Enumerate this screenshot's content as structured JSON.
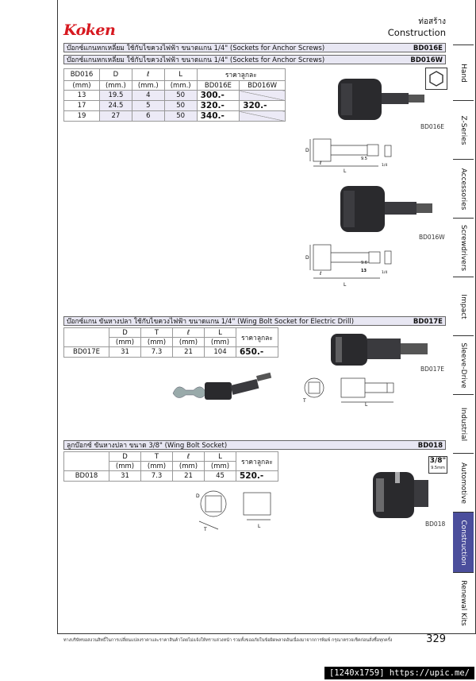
{
  "brand": "Koken",
  "header": {
    "category_th": "ท่อสร้าง",
    "category_en": "Construction"
  },
  "sections": {
    "bd016e_bar": {
      "title": "บ๊อกซ์แกนหกเหลี่ยม ใช้กับไขควงไฟฟ้า ขนาดแกน 1/4\" (Sockets for Anchor Screws)",
      "code": "BD016E"
    },
    "bd016w_bar": {
      "title": "บ๊อกซ์แกนหกเหลี่ยม ใช้กับไขควงไฟฟ้า ขนาดแกน 1/4\" (Sockets for Anchor Screws)",
      "code": "BD016W"
    },
    "bd017_bar": {
      "title": "บ๊อกซ์แกน ขันหางปลา ใช้กับไขควงไฟฟ้า ขนาดแกน 1/4\" (Wing Bolt Socket for Electric Drill)",
      "code": "BD017E"
    },
    "bd018_bar": {
      "title": "ลูกบ๊อกซ์ ขันหางปลา ขนาด 3/8\" (Wing Bolt Socket)",
      "code": "BD018"
    }
  },
  "table1": {
    "headers": {
      "model": "BD016",
      "model_unit": "(mm)",
      "d": "D",
      "d_unit": "(mm.)",
      "l_script": "ℓ",
      "l_script_unit": "(mm.)",
      "l": "L",
      "l_unit": "(mm.)",
      "price": "ราคาลูกละ",
      "price_e": "BD016E",
      "price_w": "BD016W"
    },
    "rows": [
      {
        "size": "13",
        "d": "19.5",
        "ls": "4",
        "l": "50",
        "pe": "300.-",
        "pw": ""
      },
      {
        "size": "17",
        "d": "24.5",
        "ls": "5",
        "l": "50",
        "pe": "320.-",
        "pw": "320.-"
      },
      {
        "size": "19",
        "d": "27",
        "ls": "6",
        "l": "50",
        "pe": "340.-",
        "pw": ""
      }
    ]
  },
  "table2": {
    "headers": {
      "d": "D",
      "t": "T",
      "ls": "ℓ",
      "l": "L",
      "unit": "(mm)",
      "price": "ราคาลูกละ"
    },
    "row": {
      "model": "BD017E",
      "d": "31",
      "t": "7.3",
      "ls": "21",
      "l": "104",
      "price": "650.-"
    }
  },
  "table3": {
    "headers": {
      "d": "D",
      "t": "T",
      "ls": "ℓ",
      "l": "L",
      "unit": "(mm)",
      "price": "ราคาลูกละ"
    },
    "row": {
      "model": "BD018",
      "d": "31",
      "t": "7.3",
      "ls": "21",
      "l": "45",
      "price": "520.-"
    }
  },
  "product_labels": {
    "bd016e": "BD016E",
    "bd016w": "BD016W",
    "bd017e": "BD017E",
    "bd018": "BD018"
  },
  "dim_labels": {
    "d": "D",
    "l": "L",
    "ls": "ℓ",
    "t": "T",
    "v95": "9.5",
    "v96": "9.6",
    "v13": "13",
    "v14": "1/4"
  },
  "size_badge": {
    "main": "3/8\"",
    "sub": "9.5mm"
  },
  "side_tabs": [
    "Hand",
    "Z-Series",
    "Accessories",
    "Screwdrivers",
    "Impact",
    "Sleeve-Drive",
    "Industrial",
    "Automotive",
    "Construction",
    "Renewal Kits"
  ],
  "active_tab": "Construction",
  "footer_note": "ทางบริษัทขอสงวนสิทธิ์ในการเปลี่ยนแปลงราคาและราคาสินค้าโดยไม่แจ้งให้ทราบล่วงหน้า รวมทั้งขออภัยในข้อผิดพลาดอันเนื่องมาจากการพิมพ์ กรุณาตรวจเช็คก่อนสั่งซื้อทุกครั้ง",
  "page_number": "329",
  "watermark": "[1240x1759] https://upic.me/",
  "colors": {
    "brand_red": "#d71920",
    "tab_active": "#4b4e9c",
    "bar_bg": "#e8e7f3",
    "cell_shade": "#eceaf6"
  }
}
